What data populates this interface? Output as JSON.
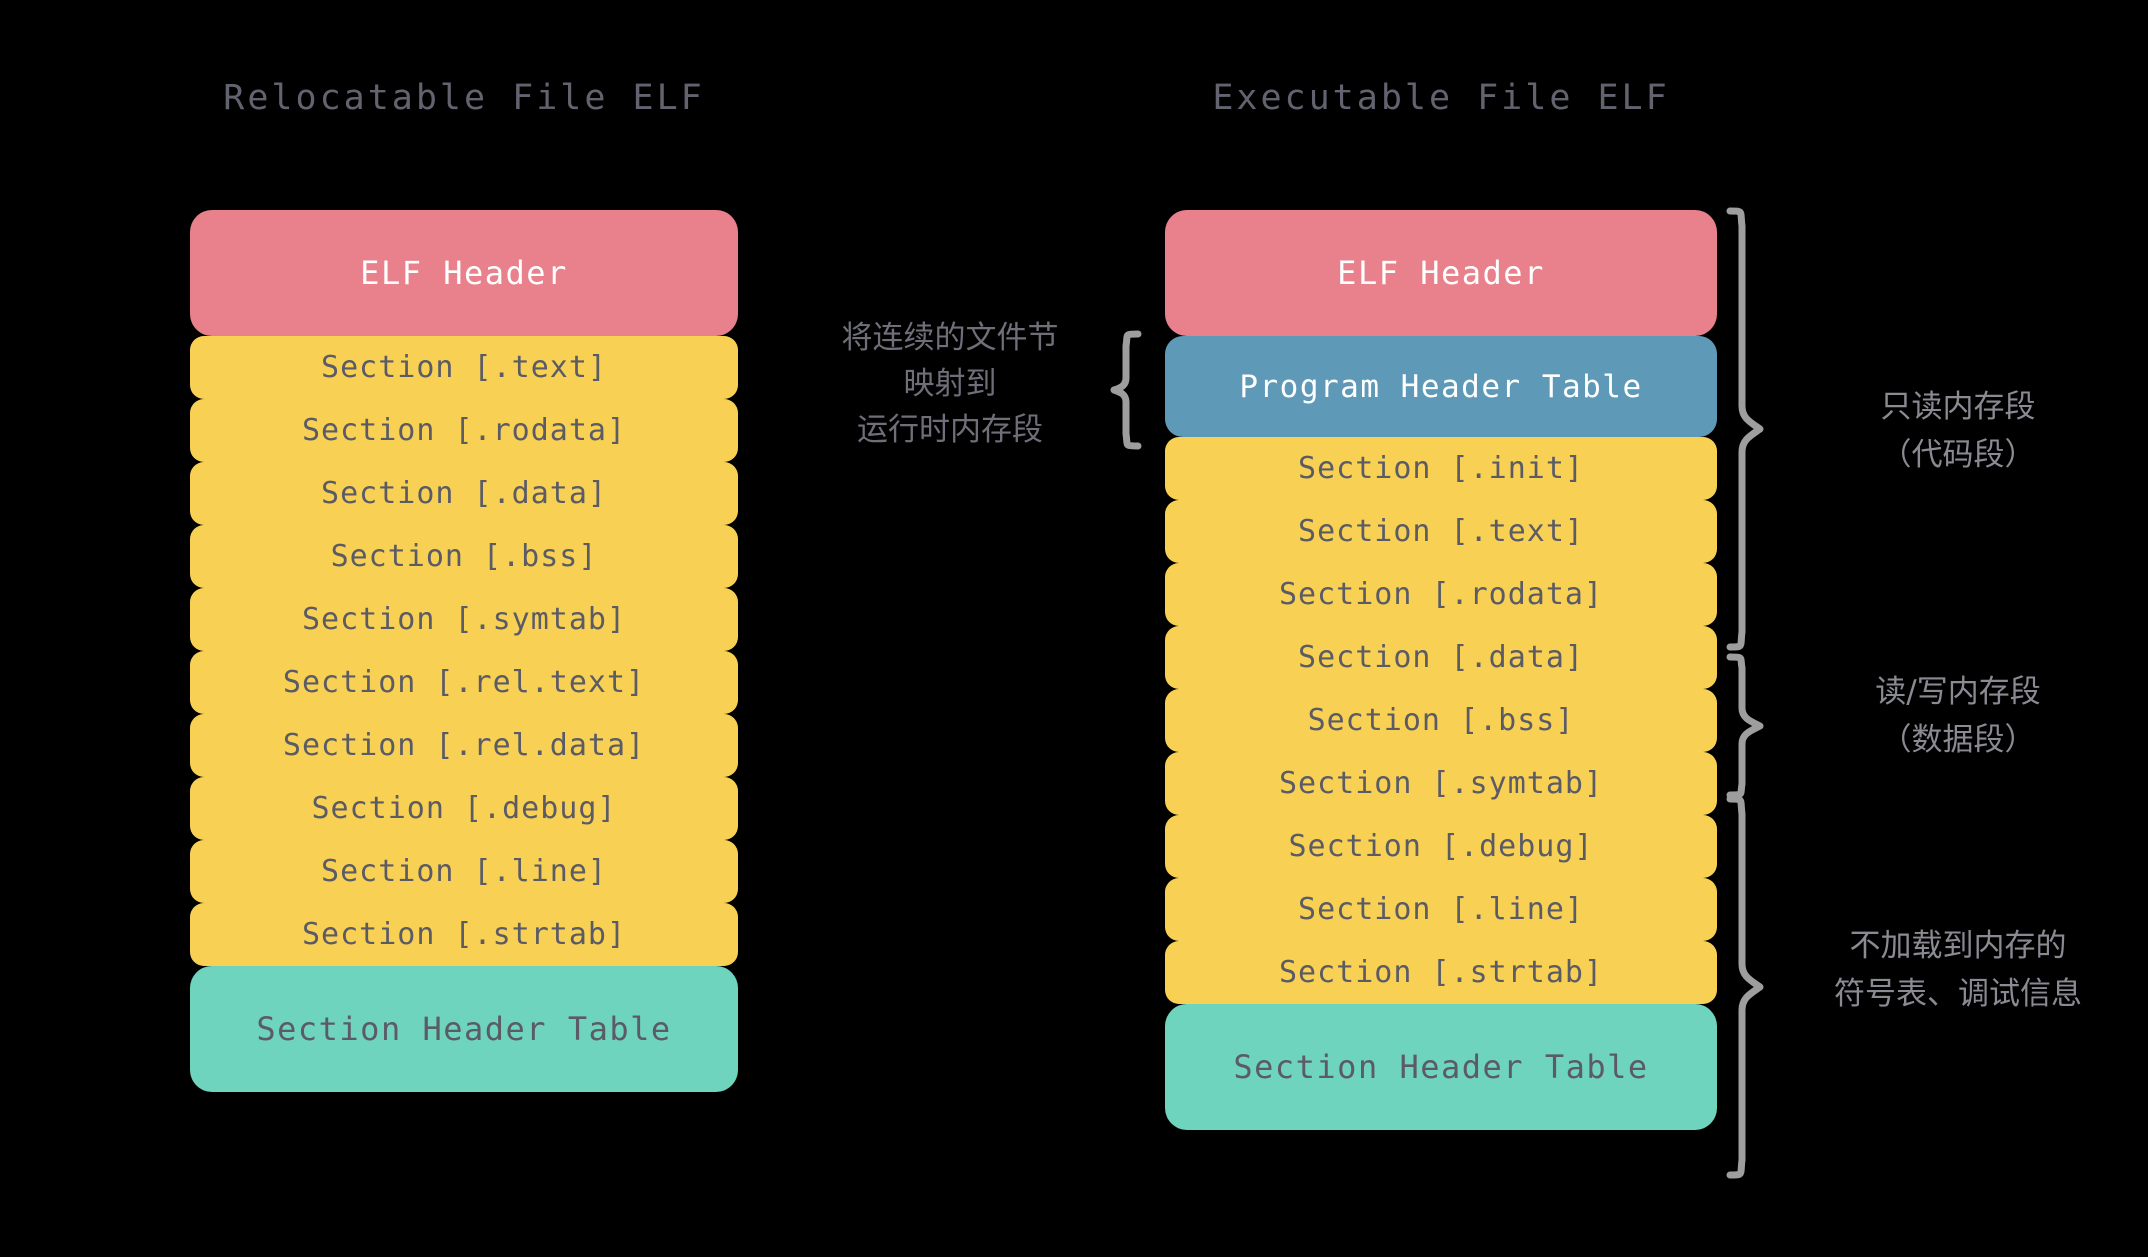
{
  "background_color": "#000000",
  "palette": {
    "elf_header": "#e8818b",
    "program_header_table": "#5e9ab8",
    "section": "#f8d154",
    "section_header_table": "#6fd4bd",
    "title_text": "#63636f",
    "section_text": "#5b5b66",
    "header_text": "#ffffff",
    "annotation_text": "#8a8a93",
    "brace": "#9e9e9e"
  },
  "left_column": {
    "title": "Relocatable File ELF",
    "blocks": [
      {
        "label": "ELF Header",
        "kind": "elf-header"
      },
      {
        "label": "Section [.text]",
        "kind": "section"
      },
      {
        "label": "Section [.rodata]",
        "kind": "section"
      },
      {
        "label": "Section [.data]",
        "kind": "section"
      },
      {
        "label": "Section [.bss]",
        "kind": "section"
      },
      {
        "label": "Section [.symtab]",
        "kind": "section"
      },
      {
        "label": "Section [.rel.text]",
        "kind": "section"
      },
      {
        "label": "Section [.rel.data]",
        "kind": "section"
      },
      {
        "label": "Section [.debug]",
        "kind": "section"
      },
      {
        "label": "Section [.line]",
        "kind": "section"
      },
      {
        "label": "Section [.strtab]",
        "kind": "section"
      },
      {
        "label": "Section Header Table",
        "kind": "section-header-table"
      }
    ]
  },
  "right_column": {
    "title": "Executable File ELF",
    "blocks": [
      {
        "label": "ELF Header",
        "kind": "elf-header"
      },
      {
        "label": "Program Header Table",
        "kind": "program-header-table"
      },
      {
        "label": "Section [.init]",
        "kind": "section"
      },
      {
        "label": "Section [.text]",
        "kind": "section"
      },
      {
        "label": "Section [.rodata]",
        "kind": "section"
      },
      {
        "label": "Section [.data]",
        "kind": "section"
      },
      {
        "label": "Section [.bss]",
        "kind": "section"
      },
      {
        "label": "Section [.symtab]",
        "kind": "section"
      },
      {
        "label": "Section [.debug]",
        "kind": "section"
      },
      {
        "label": "Section [.line]",
        "kind": "section"
      },
      {
        "label": "Section [.strtab]",
        "kind": "section"
      },
      {
        "label": "Section Header Table",
        "kind": "section-header-table"
      }
    ]
  },
  "center_annotation": {
    "line1": "将连续的文件节",
    "line2": "映射到",
    "line3": "运行时内存段",
    "brace_glyph": "{"
  },
  "side_annotations": [
    {
      "line1": "只读内存段",
      "line2": "（代码段）",
      "brace_glyph": "}"
    },
    {
      "line1": "读/写内存段",
      "line2": "（数据段）",
      "brace_glyph": "}"
    },
    {
      "line1": "不加载到内存的",
      "line2": "符号表、调试信息",
      "brace_glyph": "}"
    }
  ]
}
